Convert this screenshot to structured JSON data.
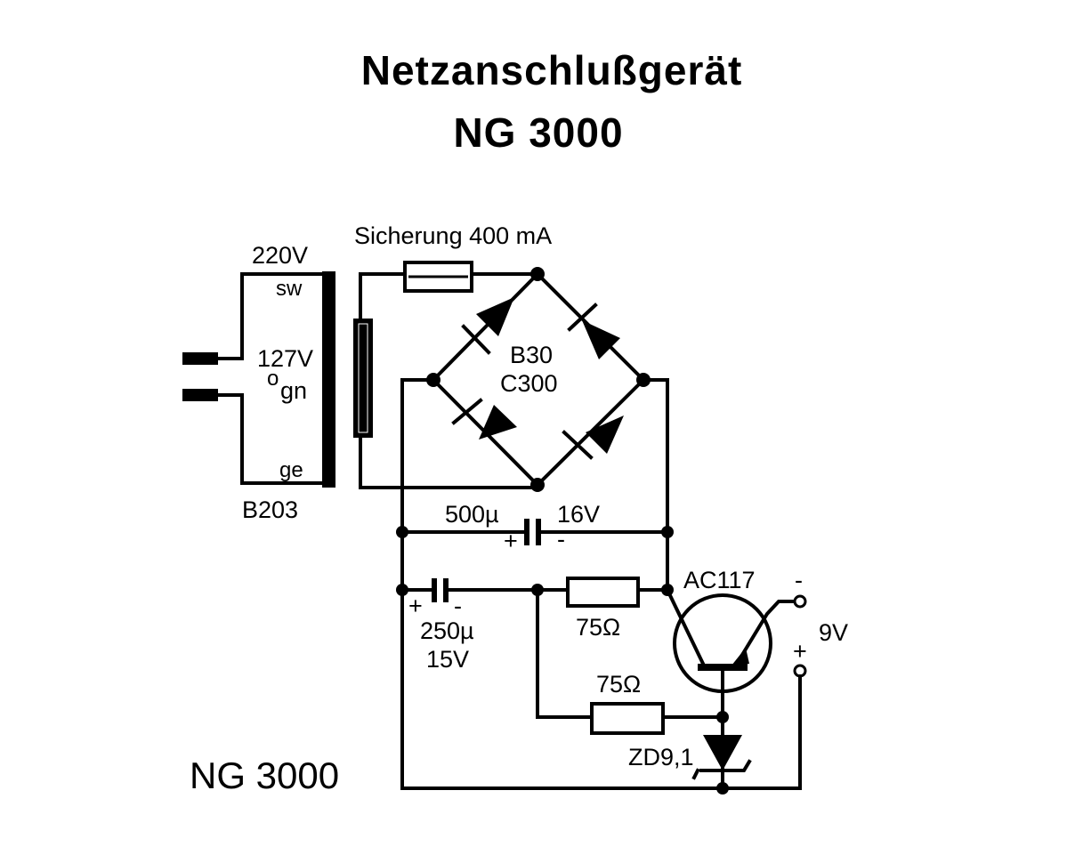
{
  "title": "Netzanschlußgerät",
  "model": "NG  3000",
  "footer_label": "NG 3000",
  "transformer": {
    "voltage_220": "220V",
    "tap_sw": "sw",
    "voltage_127": "127V",
    "tap_circle": "o",
    "tap_gn": "gn",
    "tap_ge": "ge",
    "type": "B203"
  },
  "fuse": {
    "label": "Sicherung 400 mA"
  },
  "rectifier": {
    "line1": "B30",
    "line2": "C300"
  },
  "cap1": {
    "capacitance": "500µ",
    "voltage": "16V",
    "plus": "+",
    "minus": "-"
  },
  "cap2": {
    "capacitance": "250µ",
    "voltage": "15V",
    "plus": "+",
    "minus": "-"
  },
  "resistor1": {
    "value": "75Ω"
  },
  "resistor2": {
    "value": "75Ω"
  },
  "transistor": {
    "type": "AC117"
  },
  "zener": {
    "type": "ZD9,1"
  },
  "output": {
    "voltage": "9V",
    "minus": "-",
    "plus": "+"
  }
}
